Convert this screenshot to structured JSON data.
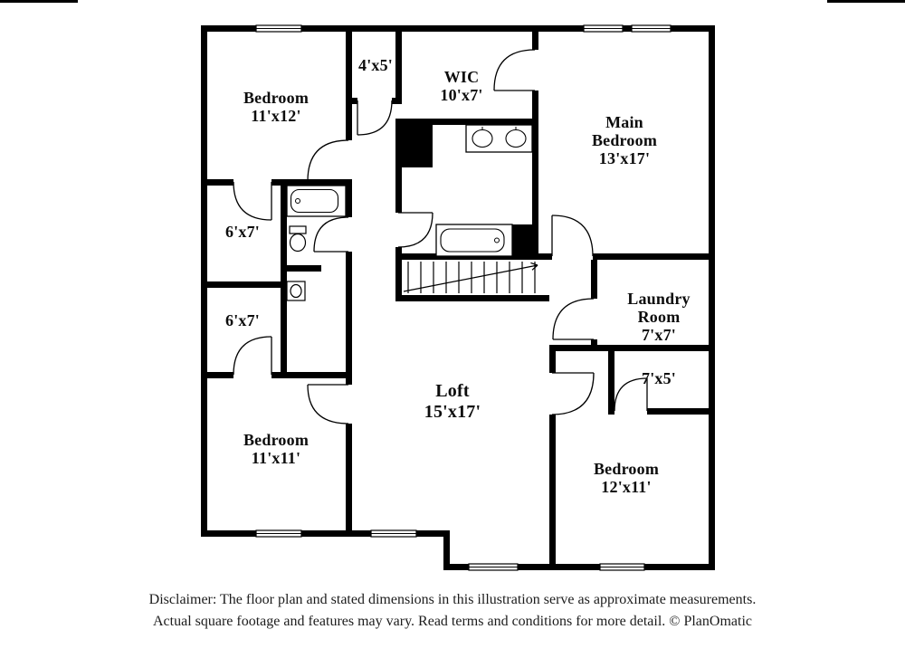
{
  "colors": {
    "wall": "#000000",
    "background": "#ffffff",
    "text": "#0c0c0c"
  },
  "rooms": [
    {
      "id": "bedroom-top-left",
      "name": "Bedroom",
      "dims": "11'x12'"
    },
    {
      "id": "closet-4x5",
      "name": "",
      "dims": "4'x5'"
    },
    {
      "id": "walk-in-closet",
      "name": "WIC",
      "dims": "10'x7'"
    },
    {
      "id": "main-bedroom",
      "name": "Main Bedroom",
      "dims": "13'x17'"
    },
    {
      "id": "bath-6x7-upper",
      "name": "",
      "dims": "6'x7'"
    },
    {
      "id": "bath-6x7-lower",
      "name": "",
      "dims": "6'x7'"
    },
    {
      "id": "laundry-room",
      "name": "Laundry Room",
      "dims": "7'x7'"
    },
    {
      "id": "closet-7x5",
      "name": "",
      "dims": "7'x5'"
    },
    {
      "id": "loft",
      "name": "Loft",
      "dims": "15'x17'"
    },
    {
      "id": "bedroom-bottom-left",
      "name": "Bedroom",
      "dims": "11'x11'"
    },
    {
      "id": "bedroom-bottom-right",
      "name": "Bedroom",
      "dims": "12'x11'"
    }
  ],
  "footer": {
    "line1": "Disclaimer: The floor plan and stated dimensions in this illustration serve as approximate measurements.",
    "line2": "Actual square footage and features may vary. Read terms and conditions for more detail. © PlanOmatic"
  }
}
